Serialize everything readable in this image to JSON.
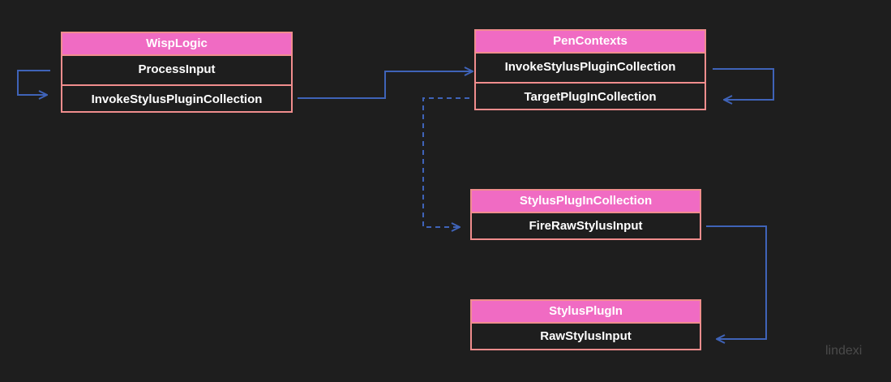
{
  "boxes": {
    "wisp_logic": {
      "title": "WispLogic",
      "rows": [
        "ProcessInput",
        "InvokeStylusPluginCollection"
      ]
    },
    "pen_contexts": {
      "title": "PenContexts",
      "rows": [
        "InvokeStylusPluginCollection",
        "TargetPlugInCollection"
      ]
    },
    "stylus_plugin_collection": {
      "title": "StylusPlugInCollection",
      "rows": [
        "FireRawStylusInput"
      ]
    },
    "stylus_plugin": {
      "title": "StylusPlugIn",
      "rows": [
        "RawStylusInput"
      ]
    }
  },
  "watermark": "lindexi",
  "colors": {
    "background": "#1e1e1e",
    "header_fill": "#f06bc3",
    "box_border": "#f08d8d",
    "arrow": "#3f63b8"
  }
}
